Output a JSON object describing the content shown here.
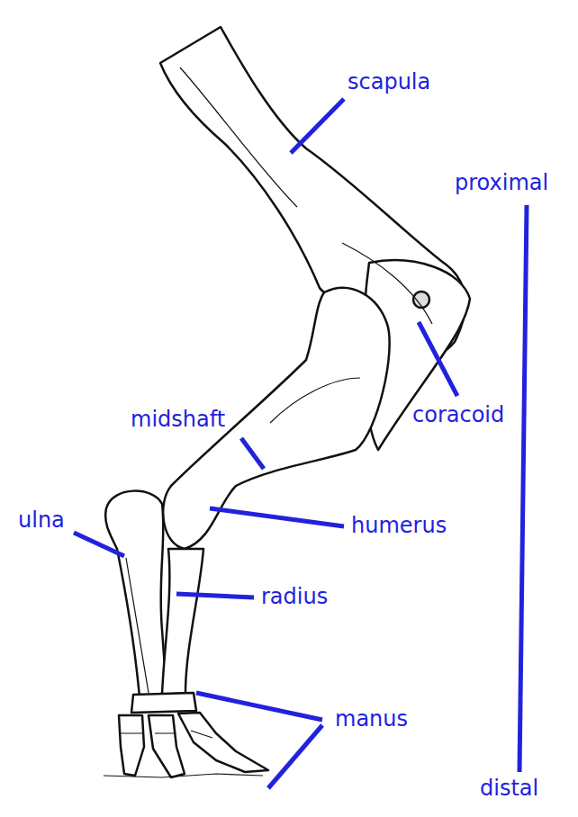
{
  "diagram": {
    "labels": [
      "scapula",
      "proximal",
      "coracoid",
      "midshaft",
      "ulna",
      "humerus",
      "radius",
      "manus",
      "distal"
    ]
  }
}
